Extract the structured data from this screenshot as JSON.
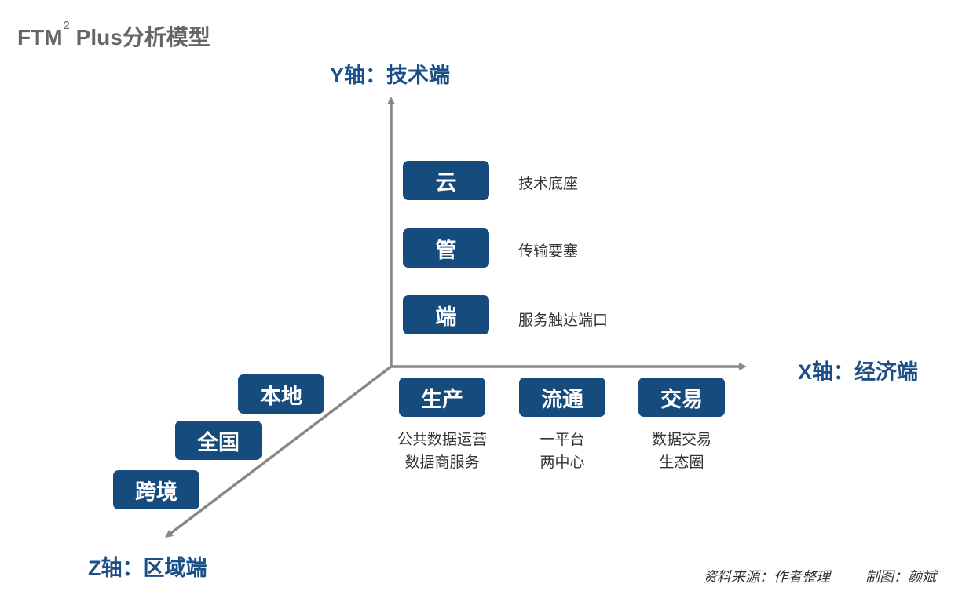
{
  "title": {
    "main": "FTM",
    "sup": "2",
    "rest": " Plus分析模型"
  },
  "axes": {
    "y": {
      "label": "Y轴：技术端"
    },
    "x": {
      "label": "X轴：经济端"
    },
    "z": {
      "label": "Z轴：区域端"
    }
  },
  "y_items": [
    {
      "label": "云",
      "desc": "技术底座"
    },
    {
      "label": "管",
      "desc": "传输要塞"
    },
    {
      "label": "端",
      "desc": "服务触达端口"
    }
  ],
  "x_items": [
    {
      "label": "生产",
      "lines": [
        "公共数据运营",
        "数据商服务"
      ]
    },
    {
      "label": "流通",
      "lines": [
        "一平台",
        "两中心"
      ]
    },
    {
      "label": "交易",
      "lines": [
        "数据交易",
        "生态圈"
      ]
    }
  ],
  "z_items": [
    {
      "label": "本地"
    },
    {
      "label": "全国"
    },
    {
      "label": "跨境"
    }
  ],
  "footer": {
    "source": "资料来源：作者整理",
    "credit": "制图：颜斌"
  },
  "colors": {
    "box": "#164b7d",
    "axis_label": "#1b4f86",
    "axis_line": "#888888"
  }
}
